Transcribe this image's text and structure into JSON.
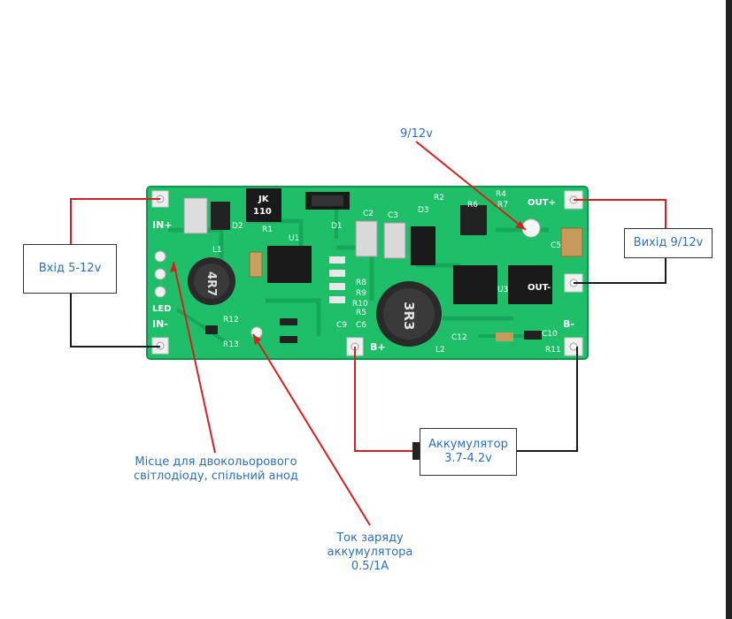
{
  "labels": {
    "top": "9/12v",
    "input": "Вхід 5-12v",
    "output": "Вихід 9/12v",
    "battery_l1": "Аккумулятор",
    "battery_l2": "3.7-4.2v",
    "led_l1": "Місце для двокольорового",
    "led_l2": "світлодіоду, спільний анод",
    "current_l1": "Ток заряду",
    "current_l2": "аккумулятора",
    "current_l3": "0.5/1A"
  },
  "board": {
    "pads": {
      "in_plus": "IN+",
      "in_minus": "IN-",
      "out_plus": "OUT+",
      "out_minus": "OUT-",
      "bat_plus": "B+",
      "bat_minus": "B-",
      "led": "LED"
    },
    "chips": {
      "jk": "JK",
      "jk_code": "110",
      "inductor1": "4R7",
      "inductor2": "3R3"
    },
    "refs": {
      "l1": "L1",
      "l2": "L2",
      "u1": "U1",
      "u3": "U3",
      "d1": "D1",
      "d2": "D2",
      "d3": "D3",
      "c2": "C2",
      "c3": "C3",
      "c5": "C5",
      "c6": "C6",
      "c9": "C9",
      "c10": "C10",
      "c12": "C12",
      "r1": "R1",
      "r2": "R2",
      "r4": "R4",
      "r5": "R5",
      "r6": "R6",
      "r7": "R7",
      "r8": "R8",
      "r9": "R9",
      "r10": "R10",
      "r11": "R11",
      "r12": "R12",
      "r13": "R13"
    }
  },
  "colors": {
    "pcb": "#1fbf6a",
    "trace": "#16a85a",
    "positive_wire": "#d42020",
    "negative_wire": "#1a1a1a",
    "label": "#2d6fb8"
  }
}
